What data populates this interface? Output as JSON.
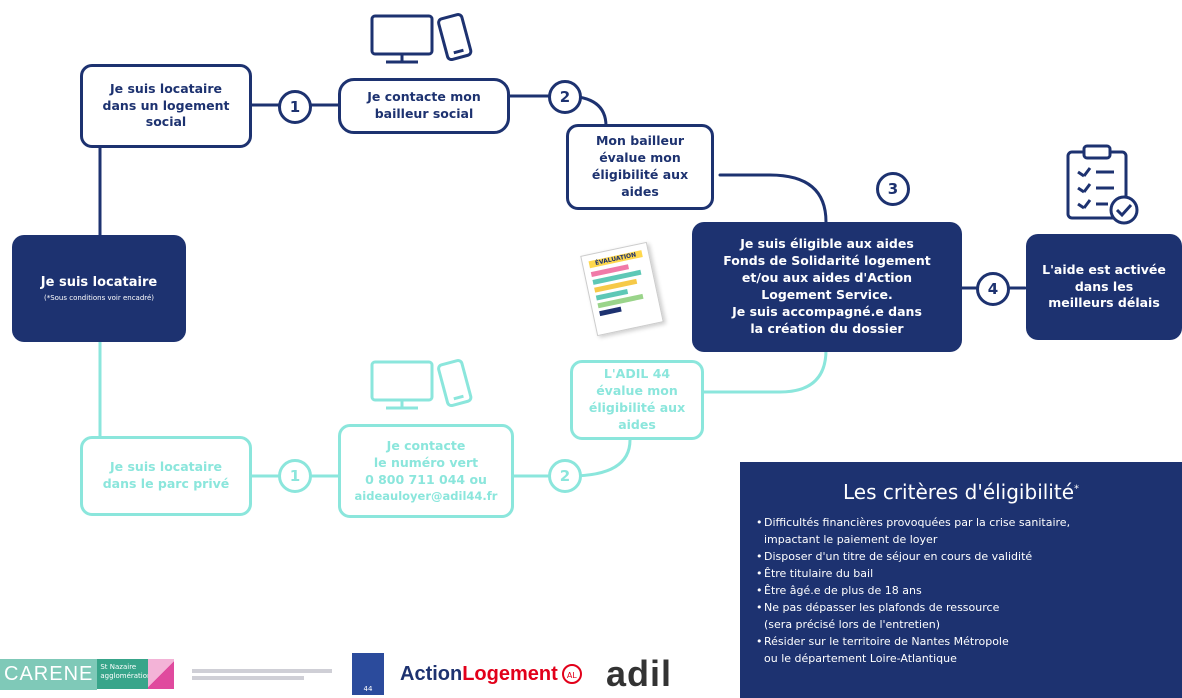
{
  "colors": {
    "dark": "#1d3270",
    "light": "#8be6dc",
    "white": "#ffffff"
  },
  "root": {
    "label": "Je suis locataire",
    "note": "(*Sous conditions voir encadré)"
  },
  "top_path": {
    "start": "Je suis locataire dans un logement social",
    "step1_number": "1",
    "step1": "Je contacte mon bailleur social",
    "step2_number": "2",
    "step2": "Mon bailleur évalue mon éligibilité aux aides",
    "icons": [
      "computer-icon",
      "smartphone-icon"
    ]
  },
  "bottom_path": {
    "start": "Je suis locataire dans le parc privé",
    "step1_number": "1",
    "step1_lines": [
      "Je contacte",
      "le numéro vert",
      "0 800 711 044 ou",
      "aideauloyer@adil44.fr"
    ],
    "step2_number": "2",
    "step2": "L'ADIL 44 évalue mon éligibilité aux aides",
    "icons": [
      "computer-icon",
      "smartphone-icon"
    ]
  },
  "merge": {
    "step_number": "3",
    "text_lines": [
      "Je suis éligible aux aides",
      "Fonds de Solidarité logement",
      "et/ou aux aides d'Action",
      "Logement Service.",
      "Je suis accompagné.e dans",
      "la création du dossier"
    ],
    "document_icon": "evaluation-document-icon",
    "document_title": "ÉVALUATION"
  },
  "final": {
    "step_number": "4",
    "text_lines": [
      "L'aide est activée",
      "dans les",
      "meilleurs délais"
    ],
    "icon": "clipboard-check-icon"
  },
  "criteria": {
    "title": "Les critères d'éligibilité",
    "title_mark": "*",
    "items": [
      "Difficultés financières provoquées par la crise sanitaire,",
      "impactant le paiement de loyer",
      "Disposer d'un titre de séjour en cours de validité",
      "Être titulaire du bail",
      "Être âgé.e de plus de 18 ans",
      "Ne pas dépasser les plafonds de ressource",
      "(sera précisé lors de l'entretien)",
      "Résider sur le territoire de Nantes Métropole",
      "ou le département Loire-Atlantique"
    ],
    "bullets": [
      true,
      false,
      true,
      true,
      true,
      true,
      false,
      true,
      false
    ]
  },
  "logos": {
    "carene": "CARENE",
    "carene_sub": "St Nazaire agglomération",
    "dept": "44",
    "action_logement_1": "Action",
    "action_logement_2": "Logement",
    "action_logement_mark": "AL",
    "adil": "adil"
  }
}
